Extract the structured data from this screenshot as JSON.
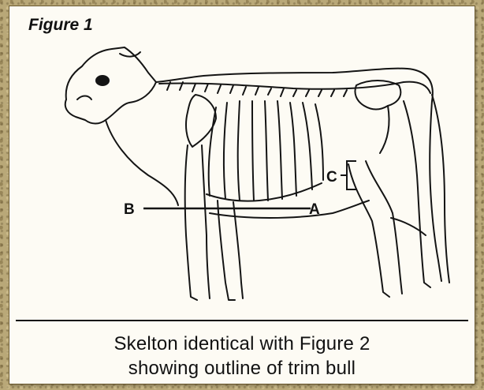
{
  "figure": {
    "title": "Figure 1",
    "labels": {
      "a": "A",
      "b": "B",
      "c": "C"
    }
  },
  "caption": {
    "line1": "Skelton identical with Figure 2",
    "line2": "showing outline of trim bull"
  }
}
